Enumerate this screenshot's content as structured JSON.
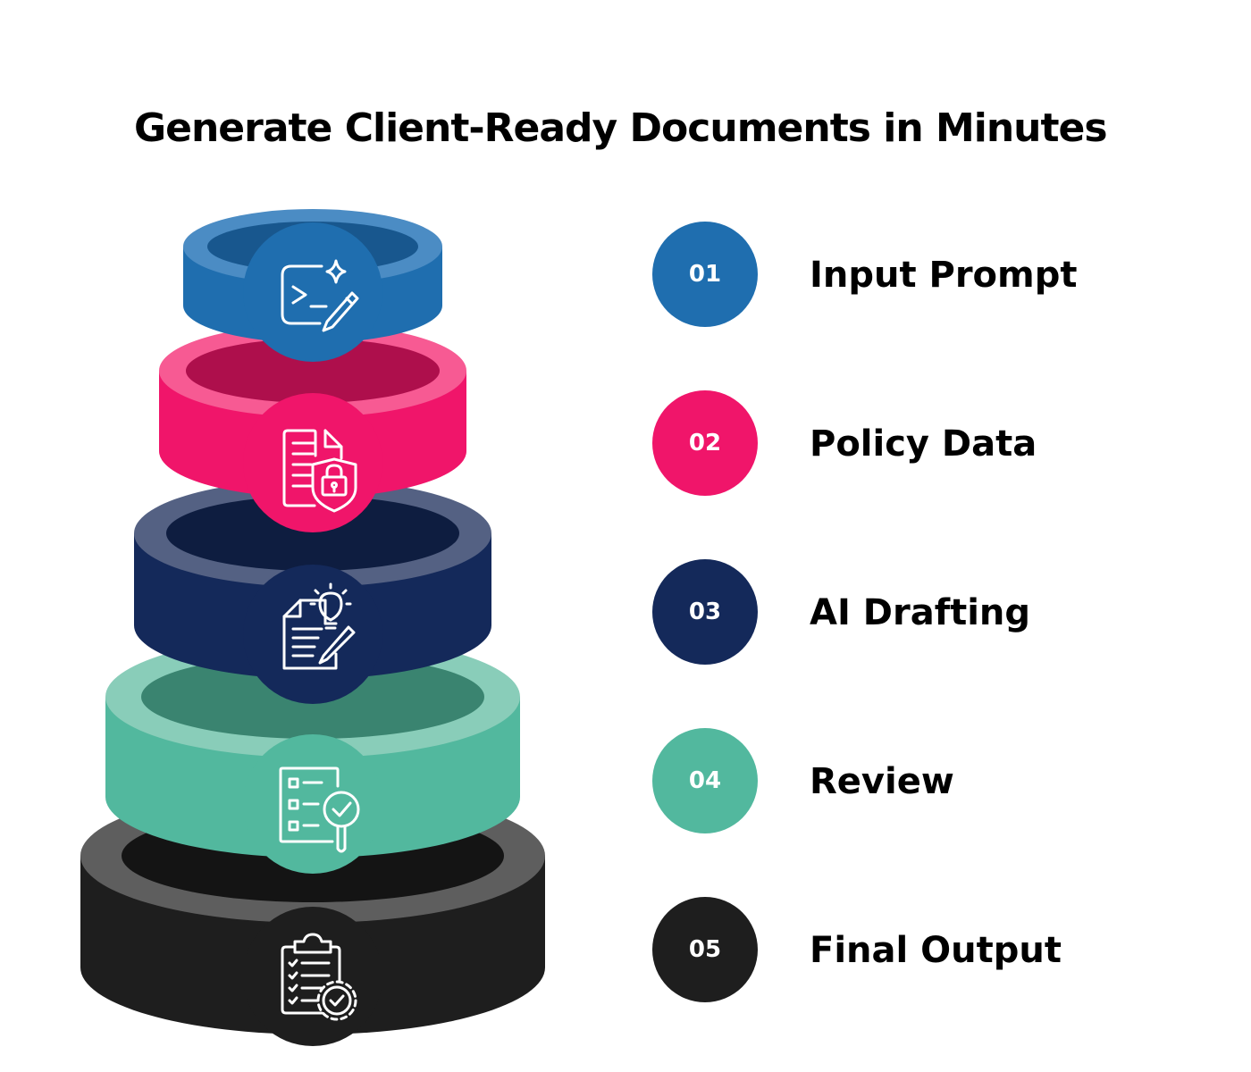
{
  "title": "Generate Client-Ready Documents in Minutes",
  "steps": [
    {
      "number": "01",
      "label": "Input Prompt",
      "icon": "terminal-sparkle-pencil-icon",
      "color": "#1F6EAF",
      "rim": "#4B8CC4",
      "hole": "#18578E"
    },
    {
      "number": "02",
      "label": "Policy Data",
      "icon": "document-lock-shield-icon",
      "color": "#F0156A",
      "rim": "#F75A93",
      "hole": "#AE0F4C"
    },
    {
      "number": "03",
      "label": "AI Drafting",
      "icon": "document-lightbulb-pencil-icon",
      "color": "#14295A",
      "rim": "#546183",
      "hole": "#0E1D40"
    },
    {
      "number": "04",
      "label": "Review",
      "icon": "checklist-magnifier-icon",
      "color": "#52B89E",
      "rim": "#89CDB9",
      "hole": "#3A8470"
    },
    {
      "number": "05",
      "label": "Final Output",
      "icon": "clipboard-checklist-gear-icon",
      "color": "#1E1E1E",
      "rim": "#5E5E5E",
      "hole": "#141414"
    }
  ]
}
